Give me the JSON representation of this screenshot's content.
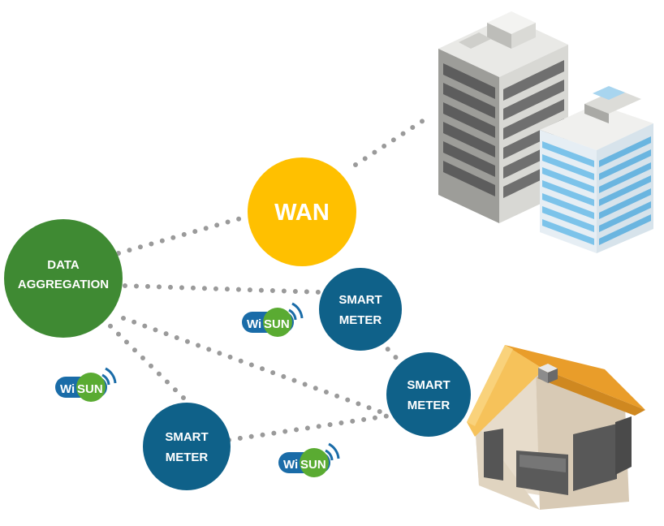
{
  "nodes": {
    "data_aggregation": {
      "line1": "DATA",
      "line2": "AGGREGATION",
      "color": "#3f8a33"
    },
    "wan": {
      "label": "WAN",
      "color": "#ffc000"
    },
    "smart_meter_1": {
      "line1": "SMART",
      "line2": "METER",
      "color": "#0f6189"
    },
    "smart_meter_2": {
      "line1": "SMART",
      "line2": "METER",
      "color": "#0f6189"
    },
    "smart_meter_3": {
      "line1": "SMART",
      "line2": "METER",
      "color": "#0f6189"
    }
  },
  "wisun_logos": [
    {
      "wi": "Wi",
      "sun": "SUN"
    },
    {
      "wi": "Wi",
      "sun": "SUN"
    },
    {
      "wi": "Wi",
      "sun": "SUN"
    }
  ],
  "colors": {
    "dots": "#9a9a9a",
    "wisun_blue": "#1a6ca8",
    "wisun_green": "#5aab32",
    "roof": "#f4b841",
    "building_glass": "#7cc3ea"
  },
  "icons": [
    "office-buildings-icon",
    "house-icon",
    "wisun-logo-icon"
  ]
}
